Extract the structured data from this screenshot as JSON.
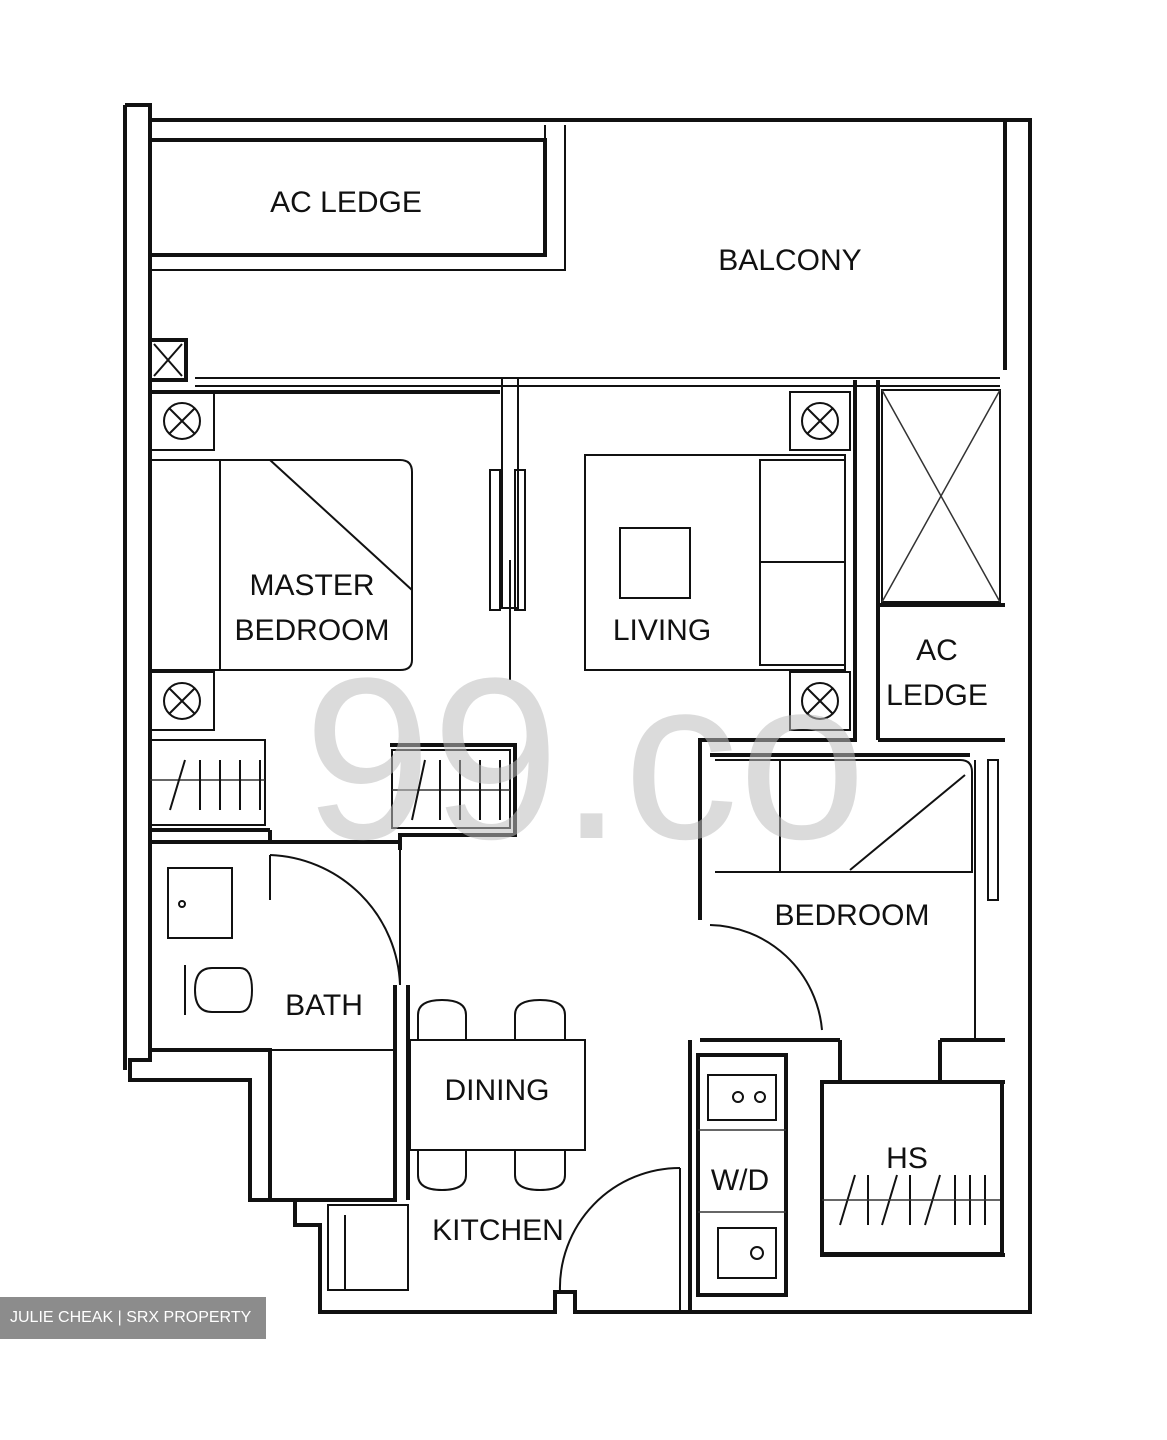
{
  "rooms": {
    "ac_ledge_top": "AC LEDGE",
    "balcony": "BALCONY",
    "master_bedroom_line1": "MASTER",
    "master_bedroom_line2": "BEDROOM",
    "living": "LIVING",
    "ac_ledge_right_line1": "AC",
    "ac_ledge_right_line2": "LEDGE",
    "bedroom": "BEDROOM",
    "bath": "BATH",
    "dining": "DINING",
    "wd": "W/D",
    "hs": "HS",
    "kitchen": "KITCHEN"
  },
  "watermark": "99.co",
  "credit": "JULIE CHEAK | SRX PROPERTY"
}
